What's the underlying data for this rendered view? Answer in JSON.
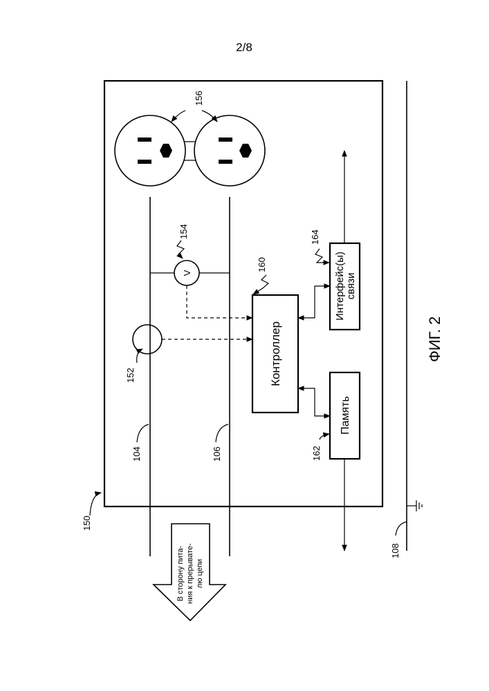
{
  "page_number": "2/8",
  "figure_caption": "ФИГ. 2",
  "blocks": {
    "controller": "Контроллер",
    "memory": "Память",
    "interfaces_line1": "Интерфейс(ы)",
    "interfaces_line2": "связи"
  },
  "arrow_text": {
    "line1": "В сторону пита-",
    "line2": "ния к прерывате-",
    "line3": "лю цепи"
  },
  "refs": {
    "r150": "150",
    "r104": "104",
    "r106": "106",
    "r108": "108",
    "r152": "152",
    "r154": "154",
    "r156": "156",
    "r160": "160",
    "r162": "162",
    "r164": "164",
    "voltmeter_symbol": "V"
  }
}
